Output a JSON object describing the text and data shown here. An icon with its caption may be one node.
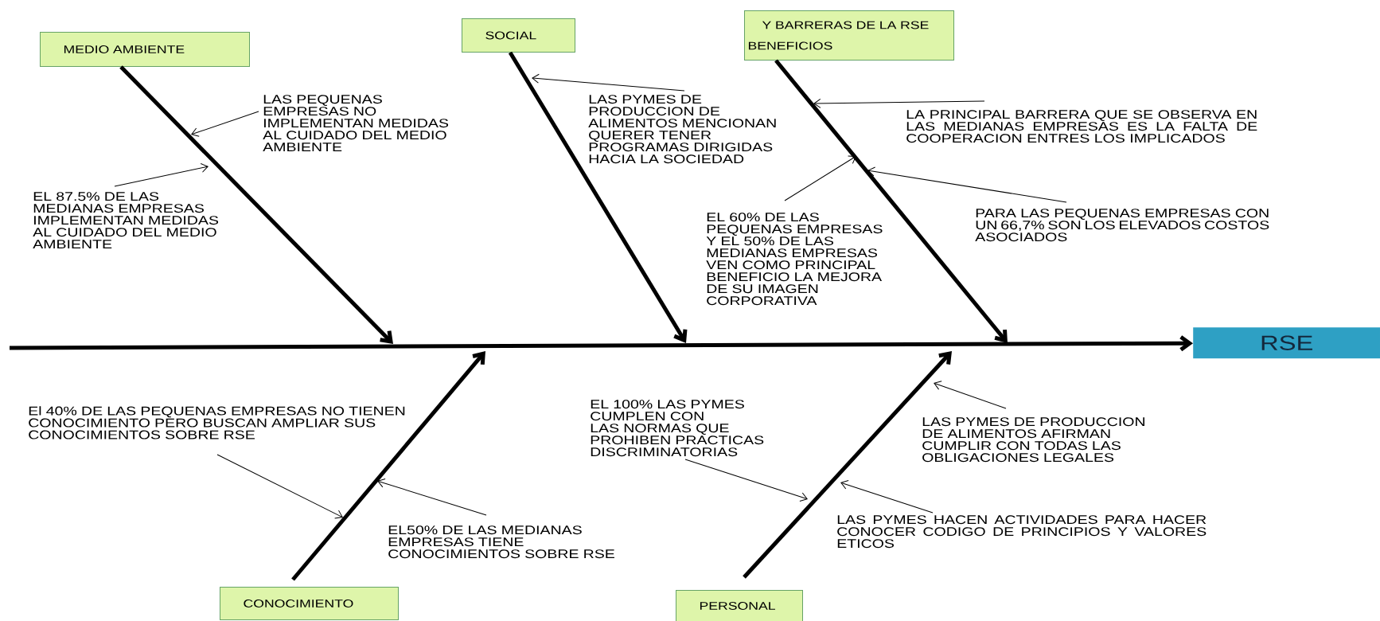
{
  "diagram": {
    "nodes": [
      {
        "text": [
          "MEDIO AMBIENTE"
        ]
      },
      {
        "text": [
          "SOCIAL"
        ]
      },
      {
        "text": [
          "Y BARRERAS DE LA RSE BENEFICIOS"
        ]
      },
      {
        "text": [
          "CONOCIMIENTO"
        ]
      },
      {
        "text": [
          "PERSONAL"
        ]
      },
      {
        "text": [
          "RSE"
        ]
      },
      {
        "text": [
          "LAS PEQUENAS EMPRESAS NO IMPLEMENTAN MEDIDAS AL CUIDADO DEL MEDIO AMBIENTE"
        ]
      },
      {
        "text": [
          "EL 87.5% DE LAS MEDIANAS EMPRESAS IMPLEMENTAN MEDIDAS AL CUIDADO DEL MEDIO AMBIENTE"
        ]
      },
      {
        "text": [
          "LAS PYMES DE PRODUCCION DE ALIMENTOS MENCIONAN QUERER TENER PROGRAMAS DIRIGIDAS HACIA LA SOCIEDAD"
        ]
      },
      {
        "text": [
          "EL 60% DE LAS PEQUENAS EMPRESAS Y EL 50% DE LAS MEDIANAS EMPRESAS VEN COMO PRINCIPAL BENEFICIO LA MEJORA DE SU IMAGEN CORPORATIVA"
        ]
      },
      {
        "text": [
          "LA PRINCIPAL BARRERA QUE SE OBSERVA EN LAS MEDIANAS EMPRESAS ES LA FALTA DE COOPERACION ENTRES LOS IMPLICADOS"
        ]
      },
      {
        "text": [
          "PARA LAS PEQUENAS EMPRESAS CON UN 66,7% SON LOS ELEVADOS COSTOS ASOCIADOS"
        ]
      },
      {
        "text": [
          "El 40% DE LAS PEQUENAS EMPRESAS NO TIENEN CONOCIMIENTO PERO BUSCAN AMPLIAR SUS CONOCIMIENTOS SOBRE RSE"
        ]
      },
      {
        "text": [
          "EL50% DE LAS MEDIANAS EMPRESAS TIENE CONOCIMIENTOS SOBRE RSE"
        ]
      },
      {
        "text": [
          "EL 100% LAS PYMES CUMPLEN CON LAS NORMAS QUE PROHIBEN PRACTICAS DISCRIMINATORIAS"
        ]
      },
      {
        "text": [
          "LAS PYMES DE PRODUCCION DE ALIMENTOS AFIRMAN CUMPLIR CON TODAS LAS OBLIGACIONES LEGALES"
        ]
      },
      {
        "text": [
          "LAS PYMES HACEN ACTIVIDADES PARA HACER CONOCER CODIGO DE PRINCIPIOS Y VALORES ETICOS"
        ]
      }
    ],
    "edges": [
      {
        "from": null,
        "to": 5,
        "arrow": "to",
        "style": "thick"
      },
      {
        "from": 0,
        "to": null,
        "arrow": "to",
        "style": "thick"
      },
      {
        "from": 1,
        "to": null,
        "arrow": "to",
        "style": "thick"
      },
      {
        "from": 2,
        "to": null,
        "arrow": "to",
        "style": "thick"
      },
      {
        "from": 3,
        "to": null,
        "arrow": "to",
        "style": "thick"
      },
      {
        "from": 4,
        "to": null,
        "arrow": "to",
        "style": "thick"
      },
      {
        "from": 6,
        "to": null,
        "arrow": "to"
      },
      {
        "from": 7,
        "to": null,
        "arrow": "to"
      },
      {
        "from": 8,
        "to": null,
        "arrow": "to"
      },
      {
        "from": 9,
        "to": null,
        "arrow": "to"
      },
      {
        "from": 10,
        "to": null,
        "arrow": "to"
      },
      {
        "from": 11,
        "to": null,
        "arrow": "to"
      },
      {
        "from": 12,
        "to": null,
        "arrow": "to"
      },
      {
        "from": 13,
        "to": null,
        "arrow": "to"
      },
      {
        "from": 14,
        "to": null,
        "arrow": "to"
      },
      {
        "from": 15,
        "to": null,
        "arrow": "to"
      },
      {
        "from": 16,
        "to": null,
        "arrow": "to"
      }
    ]
  }
}
